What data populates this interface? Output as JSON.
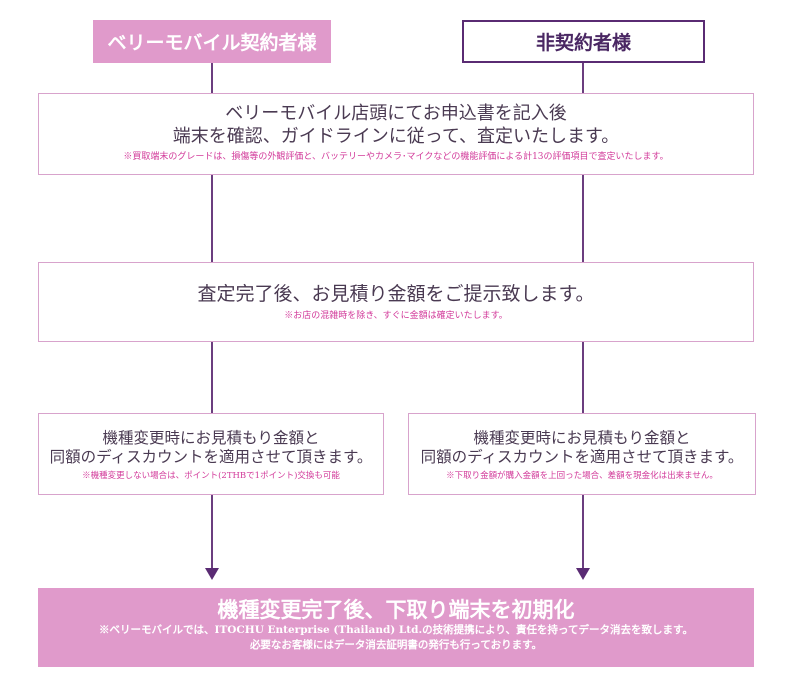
{
  "headers": {
    "left": "ベリーモバイル契約者様",
    "right": "非契約者様"
  },
  "step1": {
    "line1": "ベリーモバイル店頭にてお申込書を記入後",
    "line2": "端末を確認、ガイドラインに従って、査定いたします。",
    "note": "※買取端末のグレードは、損傷等の外観評価と、バッテリーやカメラ･マイクなどの機能評価による計13の評価項目で査定いたします。"
  },
  "step2": {
    "main": "査定完了後、お見積り金額をご提示致します。",
    "note": "※お店の混雑時を除き、すぐに金額は確定いたします。"
  },
  "step3_left": {
    "line1": "機種変更時にお見積もり金額と",
    "line2": "同額のディスカウントを適用させて頂きます。",
    "note": "※機種変更しない場合は、ポイント(2THBで1ポイント)交換も可能"
  },
  "step3_right": {
    "line1": "機種変更時にお見積もり金額と",
    "line2": "同額のディスカウントを適用させて頂きます。",
    "note": "※下取り金額が購入金額を上回った場合、差額を現金化は出来ません。"
  },
  "final": {
    "main": "機種変更完了後、下取り端末を初期化",
    "note1": "※ベリーモバイルでは、ITOCHU Enterprise (Thailand) Ltd.の技術提携により、責任を持ってデータ消去を致します。",
    "note2": "必要なお客様にはデータ消去証明書の発行も行っております。"
  },
  "colors": {
    "accent_pink": "#e09acb",
    "border_pink": "#d8a3cc",
    "note_magenta": "#d23a9a",
    "line_purple": "#6b3e7f"
  }
}
